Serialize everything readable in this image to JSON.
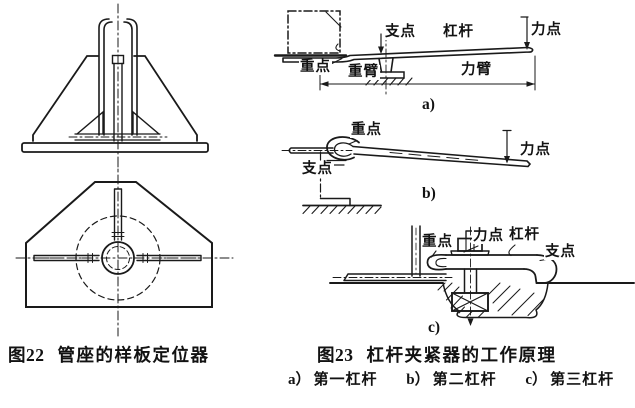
{
  "canvas": {
    "background": "#ffffff",
    "ink": "#1a1a1a"
  },
  "figure22": {
    "number": "图22",
    "title": "管座的样板定位器"
  },
  "figure23": {
    "number": "图23",
    "title": "杠杆夹紧器的工作原理",
    "legend": [
      {
        "key": "a）",
        "text": "第一杠杆"
      },
      {
        "key": "b）",
        "text": "第二杠杆"
      },
      {
        "key": "c）",
        "text": "第三杠杆"
      }
    ],
    "part_a": {
      "tag": "a)",
      "labels": {
        "load_point": "重点",
        "fulcrum": "支点",
        "lever": "杠杆",
        "force_point": "力点",
        "load_arm": "重臂",
        "force_arm": "力臂"
      }
    },
    "part_b": {
      "tag": "b)",
      "labels": {
        "load_point": "重点",
        "fulcrum": "支点",
        "force_point": "力点"
      }
    },
    "part_c": {
      "tag": "c)",
      "labels": {
        "load_point": "重点",
        "force_point": "力点",
        "lever": "杠杆",
        "fulcrum": "支点"
      }
    }
  }
}
